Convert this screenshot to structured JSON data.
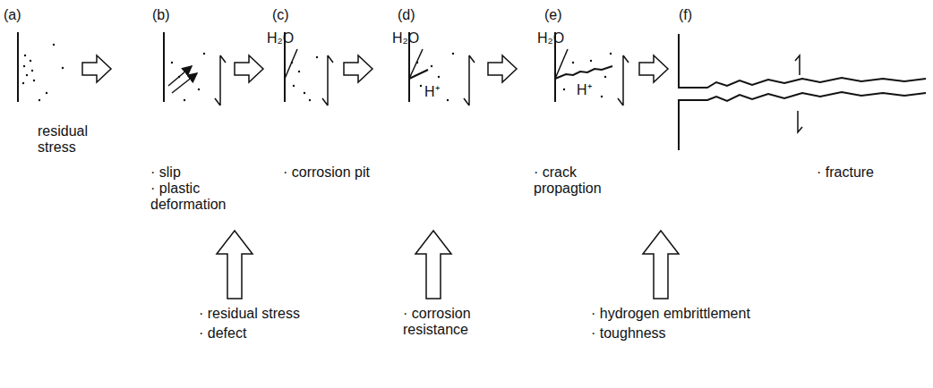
{
  "diagram": {
    "labels": [
      "(a)",
      "(b)",
      "(c)",
      "(d)",
      "(e)",
      "(f)",
      "residual stress",
      "H₂O",
      "H₂O",
      "H₂O",
      "H⁺",
      "H⁺",
      "· slip",
      "· plastic deformation",
      "· corrosion pit",
      "· crack propagtion",
      "· fracture",
      "· residual stress",
      "· defect",
      "· corrosion resistance",
      "· hydrogen embrittlement",
      "· toughness"
    ]
  }
}
